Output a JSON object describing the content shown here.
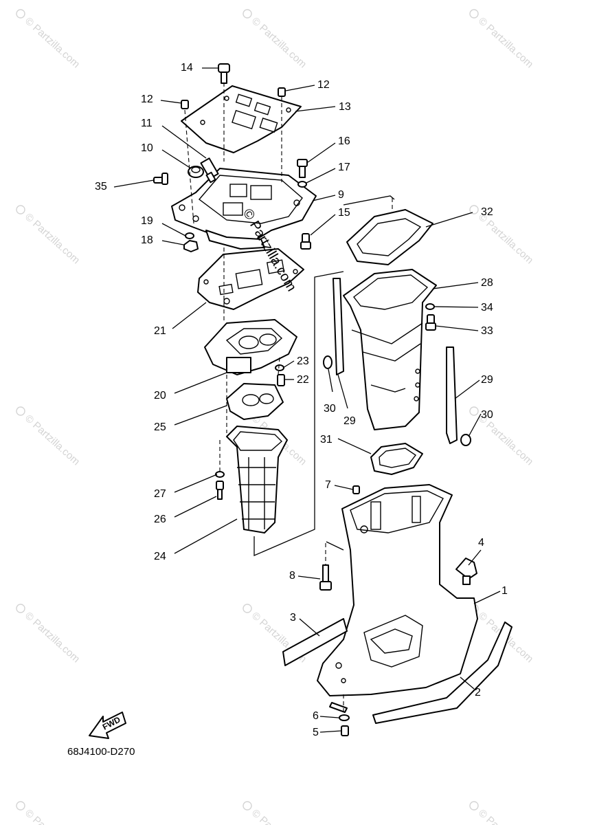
{
  "diagram": {
    "page_code": "68J4100-D270",
    "brand_watermark": "© Partzilla.com",
    "fwd_label": "FWD",
    "callouts": [
      {
        "id": "c1",
        "label": "1"
      },
      {
        "id": "c2",
        "label": "2"
      },
      {
        "id": "c3",
        "label": "3"
      },
      {
        "id": "c4",
        "label": "4"
      },
      {
        "id": "c5",
        "label": "5"
      },
      {
        "id": "c6",
        "label": "6"
      },
      {
        "id": "c7",
        "label": "7"
      },
      {
        "id": "c8",
        "label": "8"
      },
      {
        "id": "c9",
        "label": "9"
      },
      {
        "id": "c10",
        "label": "10"
      },
      {
        "id": "c11",
        "label": "11"
      },
      {
        "id": "c12a",
        "label": "12"
      },
      {
        "id": "c12b",
        "label": "12"
      },
      {
        "id": "c13",
        "label": "13"
      },
      {
        "id": "c14",
        "label": "14"
      },
      {
        "id": "c15",
        "label": "15"
      },
      {
        "id": "c16",
        "label": "16"
      },
      {
        "id": "c17",
        "label": "17"
      },
      {
        "id": "c18",
        "label": "18"
      },
      {
        "id": "c19",
        "label": "19"
      },
      {
        "id": "c20",
        "label": "20"
      },
      {
        "id": "c21",
        "label": "21"
      },
      {
        "id": "c22",
        "label": "22"
      },
      {
        "id": "c23",
        "label": "23"
      },
      {
        "id": "c24",
        "label": "24"
      },
      {
        "id": "c25",
        "label": "25"
      },
      {
        "id": "c26",
        "label": "26"
      },
      {
        "id": "c27",
        "label": "27"
      },
      {
        "id": "c28",
        "label": "28"
      },
      {
        "id": "c29a",
        "label": "29"
      },
      {
        "id": "c29b",
        "label": "29"
      },
      {
        "id": "c30a",
        "label": "30"
      },
      {
        "id": "c30b",
        "label": "30"
      },
      {
        "id": "c31",
        "label": "31"
      },
      {
        "id": "c32",
        "label": "32"
      },
      {
        "id": "c33",
        "label": "33"
      },
      {
        "id": "c34",
        "label": "34"
      },
      {
        "id": "c35",
        "label": "35"
      }
    ]
  },
  "colors": {
    "line": "#000000",
    "watermark": "#d4d4d4",
    "background": "#ffffff"
  }
}
